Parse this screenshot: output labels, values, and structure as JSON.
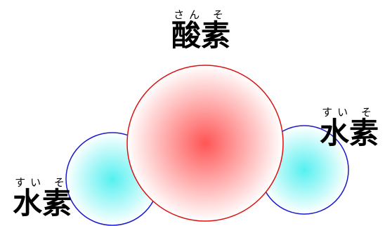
{
  "molecule": {
    "oxygen": {
      "ruby": "さん そ",
      "name": "酸素",
      "center_color": "#ff5555",
      "edge_color": "#ffffff",
      "stroke_color": "#dd1111"
    },
    "hydrogen_left": {
      "ruby": "すい そ",
      "name": "水素",
      "center_color": "#55f0f0",
      "edge_color": "#ffffff",
      "stroke_color": "#1a1ad0"
    },
    "hydrogen_right": {
      "ruby": "すい そ",
      "name": "水素",
      "center_color": "#55f0f0",
      "edge_color": "#ffffff",
      "stroke_color": "#1a1ad0"
    }
  }
}
